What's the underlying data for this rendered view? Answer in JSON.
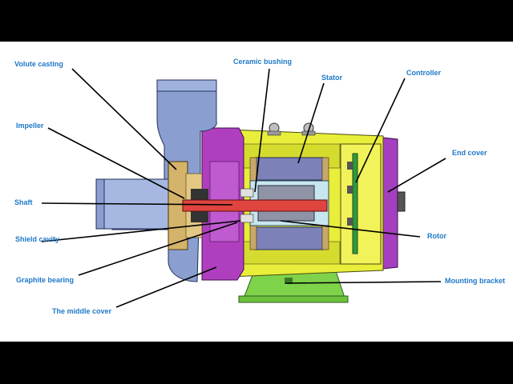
{
  "labels": {
    "volute_casting": "Volute casting",
    "impeller": "Impeller",
    "shaft": "Shaft",
    "shield_cavity": "Shield cavity",
    "graphite_bearing": "Graphite bearing",
    "middle_cover": "The middle cover",
    "ceramic_bushing": "Ceramic bushing",
    "stator": "Stator",
    "controller": "Controller",
    "end_cover": "End cover",
    "rotor": "Rotor",
    "mounting_bracket": "Mounting bracket"
  },
  "colors": {
    "label_text": "#1e78c8",
    "volute": "#8a9fd0",
    "motor_housing": "#e8ee3a",
    "end_cover": "#a43fc0",
    "middle_cover": "#b03fc0",
    "shaft": "#e0443e",
    "rotor": "#8f93a6",
    "stator": "#7c82b8",
    "controller_board": "#2f9a3a",
    "mounting_bracket": "#7ed34a",
    "impeller": "#d4b46a"
  }
}
